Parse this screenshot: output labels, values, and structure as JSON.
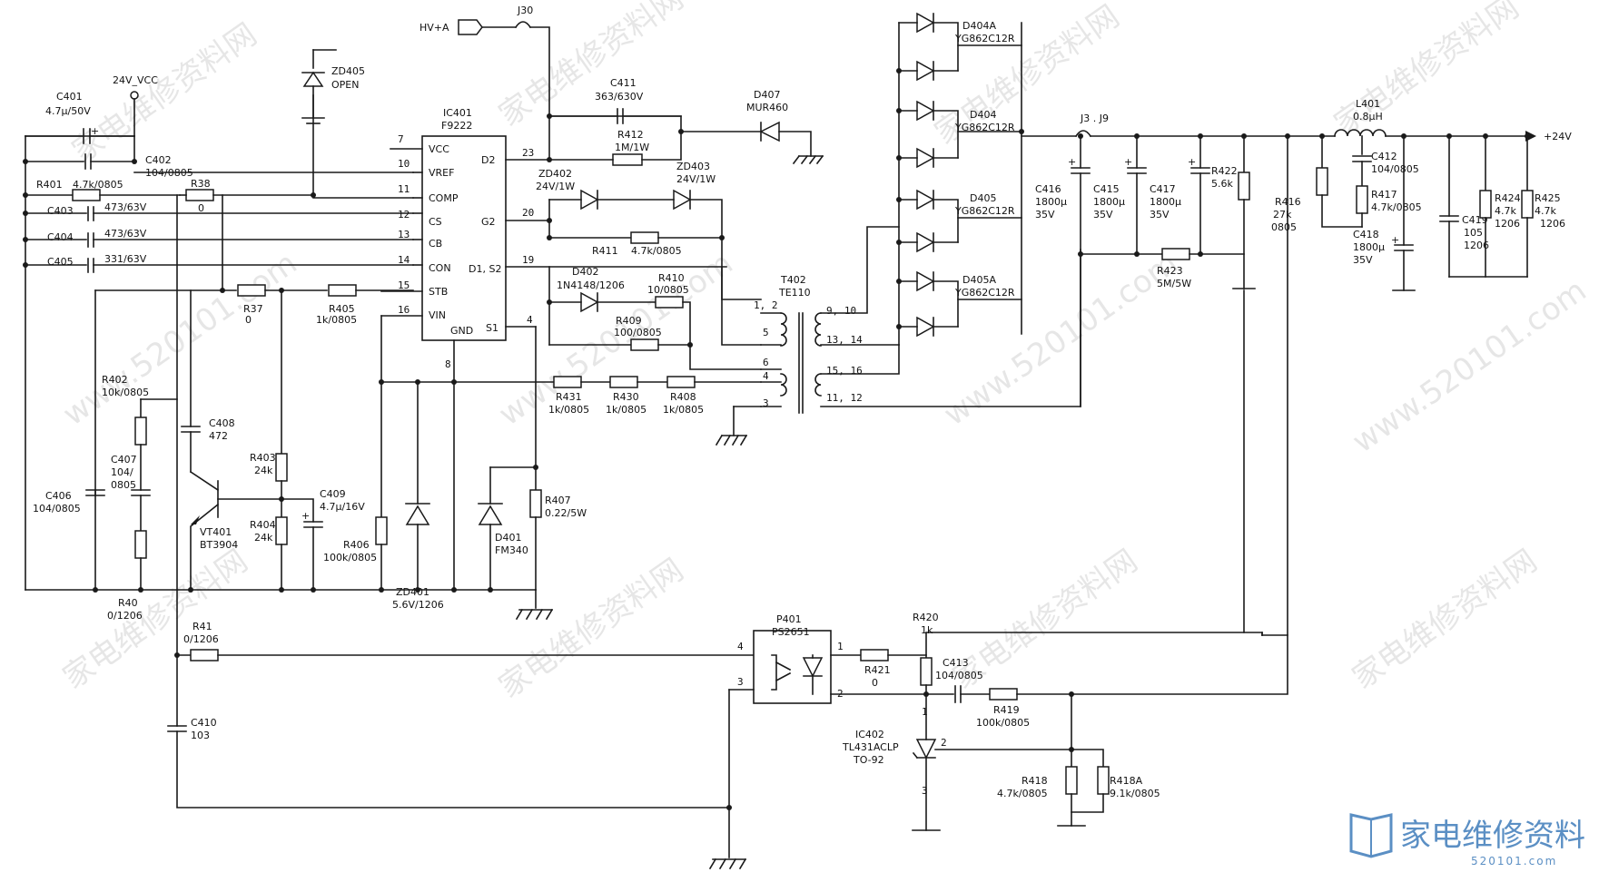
{
  "ic401": {
    "ref": "IC401",
    "part": "F9222",
    "pins": [
      {
        "num": "7",
        "name": "VCC"
      },
      {
        "num": "10",
        "name": "VREF"
      },
      {
        "num": "11",
        "name": "COMP"
      },
      {
        "num": "12",
        "name": "CS"
      },
      {
        "num": "13",
        "name": "CB"
      },
      {
        "num": "14",
        "name": "CON"
      },
      {
        "num": "15",
        "name": "STB"
      },
      {
        "num": "16",
        "name": "VIN"
      }
    ],
    "right_pins": [
      {
        "num": "23",
        "name": "D2"
      },
      {
        "num": "20",
        "name": "G2"
      },
      {
        "num": "19",
        "name": "D1, S2"
      },
      {
        "num": "4",
        "name": "S1"
      }
    ],
    "bottom_pin": {
      "num": "8",
      "name": "GND"
    }
  },
  "nets": {
    "vcc": "24V_VCC",
    "hv": "HV+A",
    "out": "+24V",
    "j30": "J30",
    "j3j9": "J3 . J9"
  },
  "transformer": {
    "ref": "T402",
    "part": "TE110",
    "primary_pins": [
      "1, 2",
      "5",
      "6",
      "4",
      "3"
    ],
    "secondary_pins": [
      "9, 10",
      "13, 14",
      "15, 16",
      "11, 12"
    ]
  },
  "optocoupler": {
    "ref": "P401",
    "part": "PS2651",
    "pins": [
      "4",
      "3",
      "1",
      "2"
    ]
  },
  "ic402": {
    "ref": "IC402",
    "part": "TL431ACLP",
    "pkg": "TO-92",
    "pins": [
      "1",
      "2",
      "3"
    ]
  },
  "transistor": {
    "ref": "VT401",
    "part": "BT3904"
  },
  "components": {
    "c401": [
      "C401",
      "4.7μ/50V"
    ],
    "c402": [
      "C402",
      "104/0805"
    ],
    "r401": [
      "R401",
      "4.7k/0805"
    ],
    "r38": [
      "R38",
      "0"
    ],
    "c403": [
      "C403",
      "473/63V"
    ],
    "c404": [
      "C404",
      "473/63V"
    ],
    "c405": [
      "C405",
      "331/63V"
    ],
    "r37": [
      "R37",
      "0"
    ],
    "r405": [
      "R405",
      "1k/0805"
    ],
    "zd405": [
      "ZD405",
      "OPEN"
    ],
    "c411": [
      "C411",
      "363/630V"
    ],
    "r412": [
      "R412",
      "1M/1W"
    ],
    "d407": [
      "D407",
      "MUR460"
    ],
    "zd402": [
      "ZD402",
      "24V/1W"
    ],
    "zd403": [
      "ZD403",
      "24V/1W"
    ],
    "r411": [
      "R411",
      "4.7k/0805"
    ],
    "d402": [
      "D402",
      "1N4148/1206"
    ],
    "r410": [
      "R410",
      "10/0805"
    ],
    "r409": [
      "R409",
      "100/0805"
    ],
    "r431": [
      "R431",
      "1k/0805"
    ],
    "r430": [
      "R430",
      "1k/0805"
    ],
    "r408": [
      "R408",
      "1k/0805"
    ],
    "r402": [
      "R402",
      "10k/0805"
    ],
    "c408": [
      "C408",
      "472"
    ],
    "c407": [
      "C407",
      "104/",
      "0805"
    ],
    "c406": [
      "C406",
      "104/0805"
    ],
    "r403": [
      "R403",
      "24k"
    ],
    "r404": [
      "R404",
      "24k"
    ],
    "c409": [
      "C409",
      "4.7μ/16V"
    ],
    "r406": [
      "R406",
      "100k/0805"
    ],
    "zd401": [
      "ZD401",
      "5.6V/1206"
    ],
    "d401": [
      "D401",
      "FM340"
    ],
    "r407": [
      "R407",
      "0.22/5W"
    ],
    "r40": [
      "R40",
      "0/1206"
    ],
    "r41": [
      "R41",
      "0/1206"
    ],
    "c410": [
      "C410",
      "103"
    ],
    "d404a": [
      "D404A",
      "YG862C12R"
    ],
    "d404": [
      "D404",
      "YG862C12R"
    ],
    "d405": [
      "D405",
      "YG862C12R"
    ],
    "d405a": [
      "D405A",
      "YG862C12R"
    ],
    "c416": [
      "C416",
      "1800μ",
      "35V"
    ],
    "c415": [
      "C415",
      "1800μ",
      "35V"
    ],
    "c417": [
      "C417",
      "1800μ",
      "35V"
    ],
    "r422": [
      "R422",
      "5.6k"
    ],
    "r423": [
      "R423",
      "5M/5W"
    ],
    "r416": [
      "R416",
      "27k",
      "0805"
    ],
    "c412": [
      "C412",
      "104/0805"
    ],
    "r417": [
      "R417",
      "4.7k/0805"
    ],
    "l401": [
      "L401",
      "0.8μH"
    ],
    "c418": [
      "C418",
      "1800μ",
      "35V"
    ],
    "c419": [
      "C419",
      "105",
      "1206"
    ],
    "r424": [
      "R424",
      "4.7k",
      "1206"
    ],
    "r425": [
      "R425",
      "4.7k",
      "1206"
    ],
    "r420": [
      "R420",
      "1k"
    ],
    "r421": [
      "R421",
      "0"
    ],
    "c413": [
      "C413",
      "104/0805"
    ],
    "r419": [
      "R419",
      "100k/0805"
    ],
    "r418": [
      "R418",
      "4.7k/0805"
    ],
    "r418a": [
      "R418A",
      "9.1k/0805"
    ]
  },
  "watermark": {
    "text": "家电维修资料网",
    "url": "www.520101.com"
  },
  "logo": {
    "text": "家电维修资料",
    "sub": "520101.com"
  }
}
